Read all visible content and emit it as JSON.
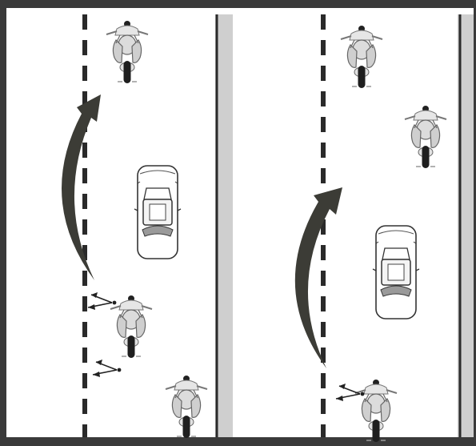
{
  "figure": {
    "panels": [
      {
        "id": "left",
        "elements": [
          "lane-line",
          "edge-line",
          "motorcycle-ahead",
          "car",
          "motorcycle-overtaking",
          "motorcycle-behind",
          "passing-arrow",
          "signal-arrows"
        ]
      },
      {
        "id": "right",
        "elements": [
          "lane-line",
          "edge-line",
          "motorcycle-ahead",
          "motorcycle-middle",
          "car",
          "motorcycle-overtaking",
          "passing-arrow",
          "signal-arrows"
        ]
      }
    ],
    "colors": {
      "frame": "#3a3a3a",
      "road": "#ffffff",
      "line": "#2a2a2a",
      "shoulder": "#cfcfcf",
      "arrow": "#3c3c36"
    }
  }
}
